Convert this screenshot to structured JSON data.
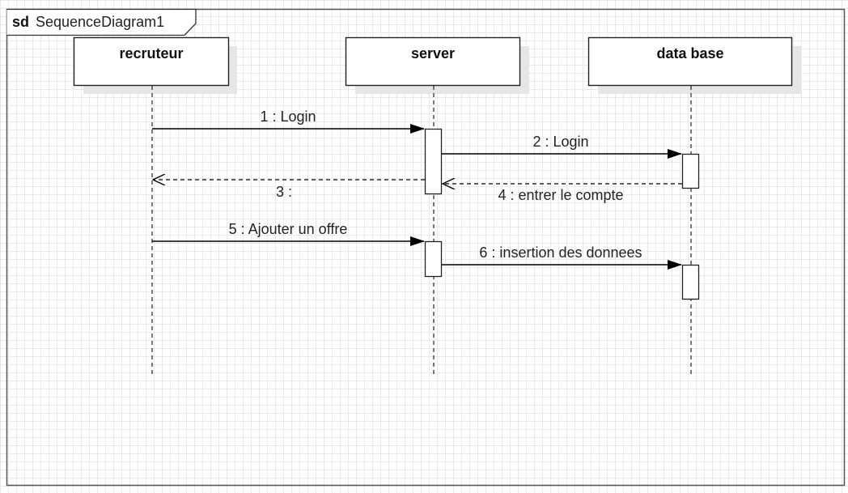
{
  "frame": {
    "keyword": "sd",
    "name": "SequenceDiagram1"
  },
  "lifelines": [
    {
      "name": "recruteur"
    },
    {
      "name": "server"
    },
    {
      "name": "data base"
    }
  ],
  "messages": [
    {
      "label": "1 : Login",
      "from": "recruteur",
      "to": "server",
      "kind": "sync"
    },
    {
      "label": "2 : Login",
      "from": "server",
      "to": "data base",
      "kind": "sync"
    },
    {
      "label": "3 :",
      "from": "server",
      "to": "recruteur",
      "kind": "reply"
    },
    {
      "label": "4 : entrer le compte",
      "from": "data base",
      "to": "server",
      "kind": "reply"
    },
    {
      "label": "5 : Ajouter un offre",
      "from": "recruteur",
      "to": "server",
      "kind": "sync"
    },
    {
      "label": "6 : insertion des donnees",
      "from": "server",
      "to": "data base",
      "kind": "sync"
    }
  ]
}
